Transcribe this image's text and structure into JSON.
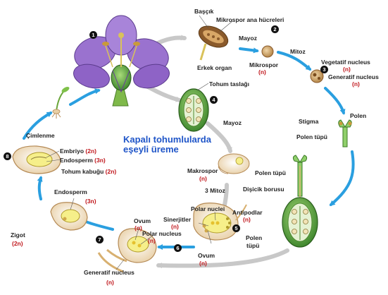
{
  "title": {
    "line1": "Kapalı tohumlularda",
    "line2": "eşeyli üreme"
  },
  "steps": [
    "1",
    "2",
    "3",
    "4",
    "5",
    "6",
    "7",
    "8"
  ],
  "labels": {
    "bascik": "Başçık",
    "mikrospor_ana": "Mikrospor ana hücreleri",
    "mayoz1": "Mayoz",
    "erkek_organ": "Erkek organ",
    "mikrospor": "Mikrospor",
    "mitoz": "Mitoz",
    "vegetatif": "Vegetatif nucleus",
    "generatif": "Generatif nucleus",
    "tohum_taslagi": "Tohum taslağı",
    "polen": "Polen",
    "stigma": "Stigma",
    "polen_tupu": "Polen tüpü",
    "mayoz2": "Mayoz",
    "polen_tupu2": "Polen tüpü",
    "disicik_borusu": "Dişicik borusu",
    "makrospor": "Makrospor",
    "mitoz3": "3 Mitoz",
    "polar_nuclei": "Polar nuclei",
    "antipodlar": "Antipodlar",
    "sinerjitler": "Sinerjitler",
    "ovum": "Ovum",
    "polen_tupu3a": "Polen",
    "polen_tupu3b": "tüpü",
    "ovum2": "Ovum",
    "polar_nucleus": "Polar nucleus",
    "generatif2": "Generatif nucleus",
    "zigot": "Zigot",
    "endosperm": "Endosperm",
    "embriyo": "Embriyo",
    "endosperm2": "Endosperm",
    "tohum_kabugu": "Tohum kabuğu",
    "cimlenme": "Çimlenme"
  },
  "ploidy": {
    "n": "(n)",
    "two_n": "(2n)",
    "three_n": "(3n)"
  },
  "colors": {
    "arrow_blue": "#2a9fe0",
    "arrow_gray": "#c8c8c8",
    "title_blue": "#1f55c8",
    "ploidy_red": "#c0161b",
    "petal_purple": "#8e63c6",
    "ovary_green": "#3b8a2c",
    "anther_brown": "#8a5a2b",
    "embryo_yellow": "#f6ef8a"
  }
}
